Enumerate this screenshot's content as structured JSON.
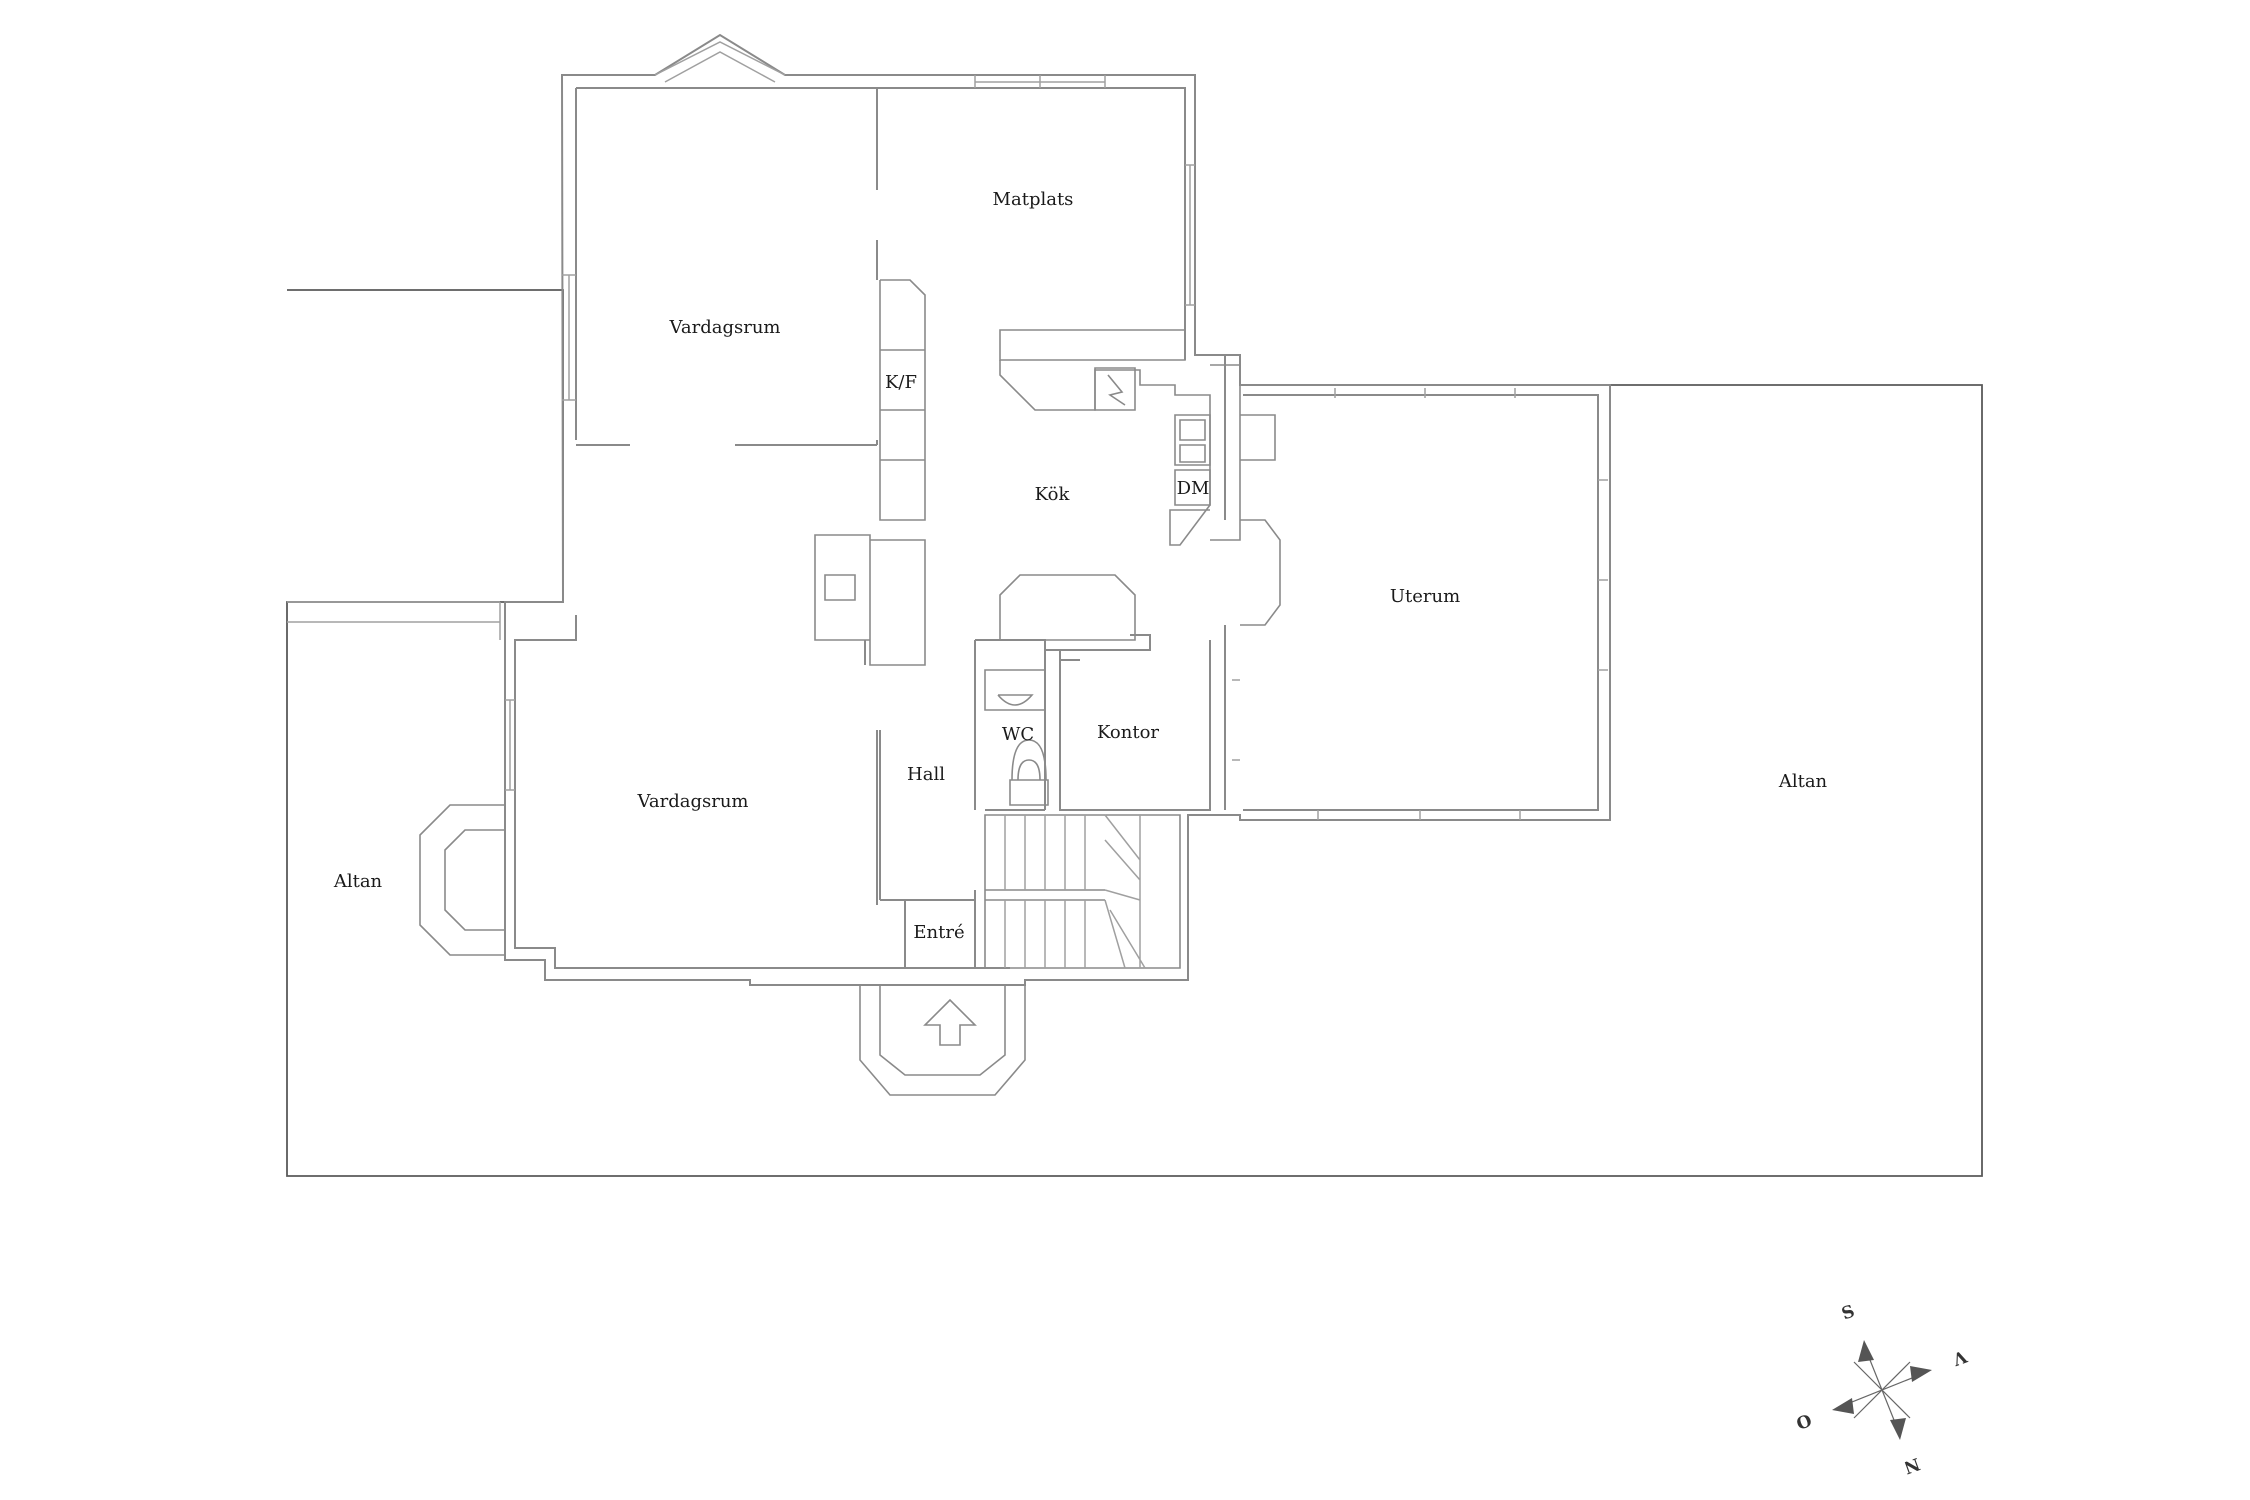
{
  "rooms": {
    "matplats": "Matplats",
    "vardagsrum_upper": "Vardagsrum",
    "kf": "K/F",
    "kok": "Kök",
    "dm": "DM",
    "uterum": "Uterum",
    "wc": "WC",
    "kontor": "Kontor",
    "hall": "Hall",
    "vardagsrum_lower": "Vardagsrum",
    "entre": "Entré",
    "altan_left": "Altan",
    "altan_right": "Altan"
  },
  "compass": {
    "s": "S",
    "v": "V",
    "o": "O",
    "n": "N"
  },
  "colors": {
    "wall": "#8a8a8a",
    "outline": "#5a5a5a",
    "text": "#1a1a1a"
  }
}
